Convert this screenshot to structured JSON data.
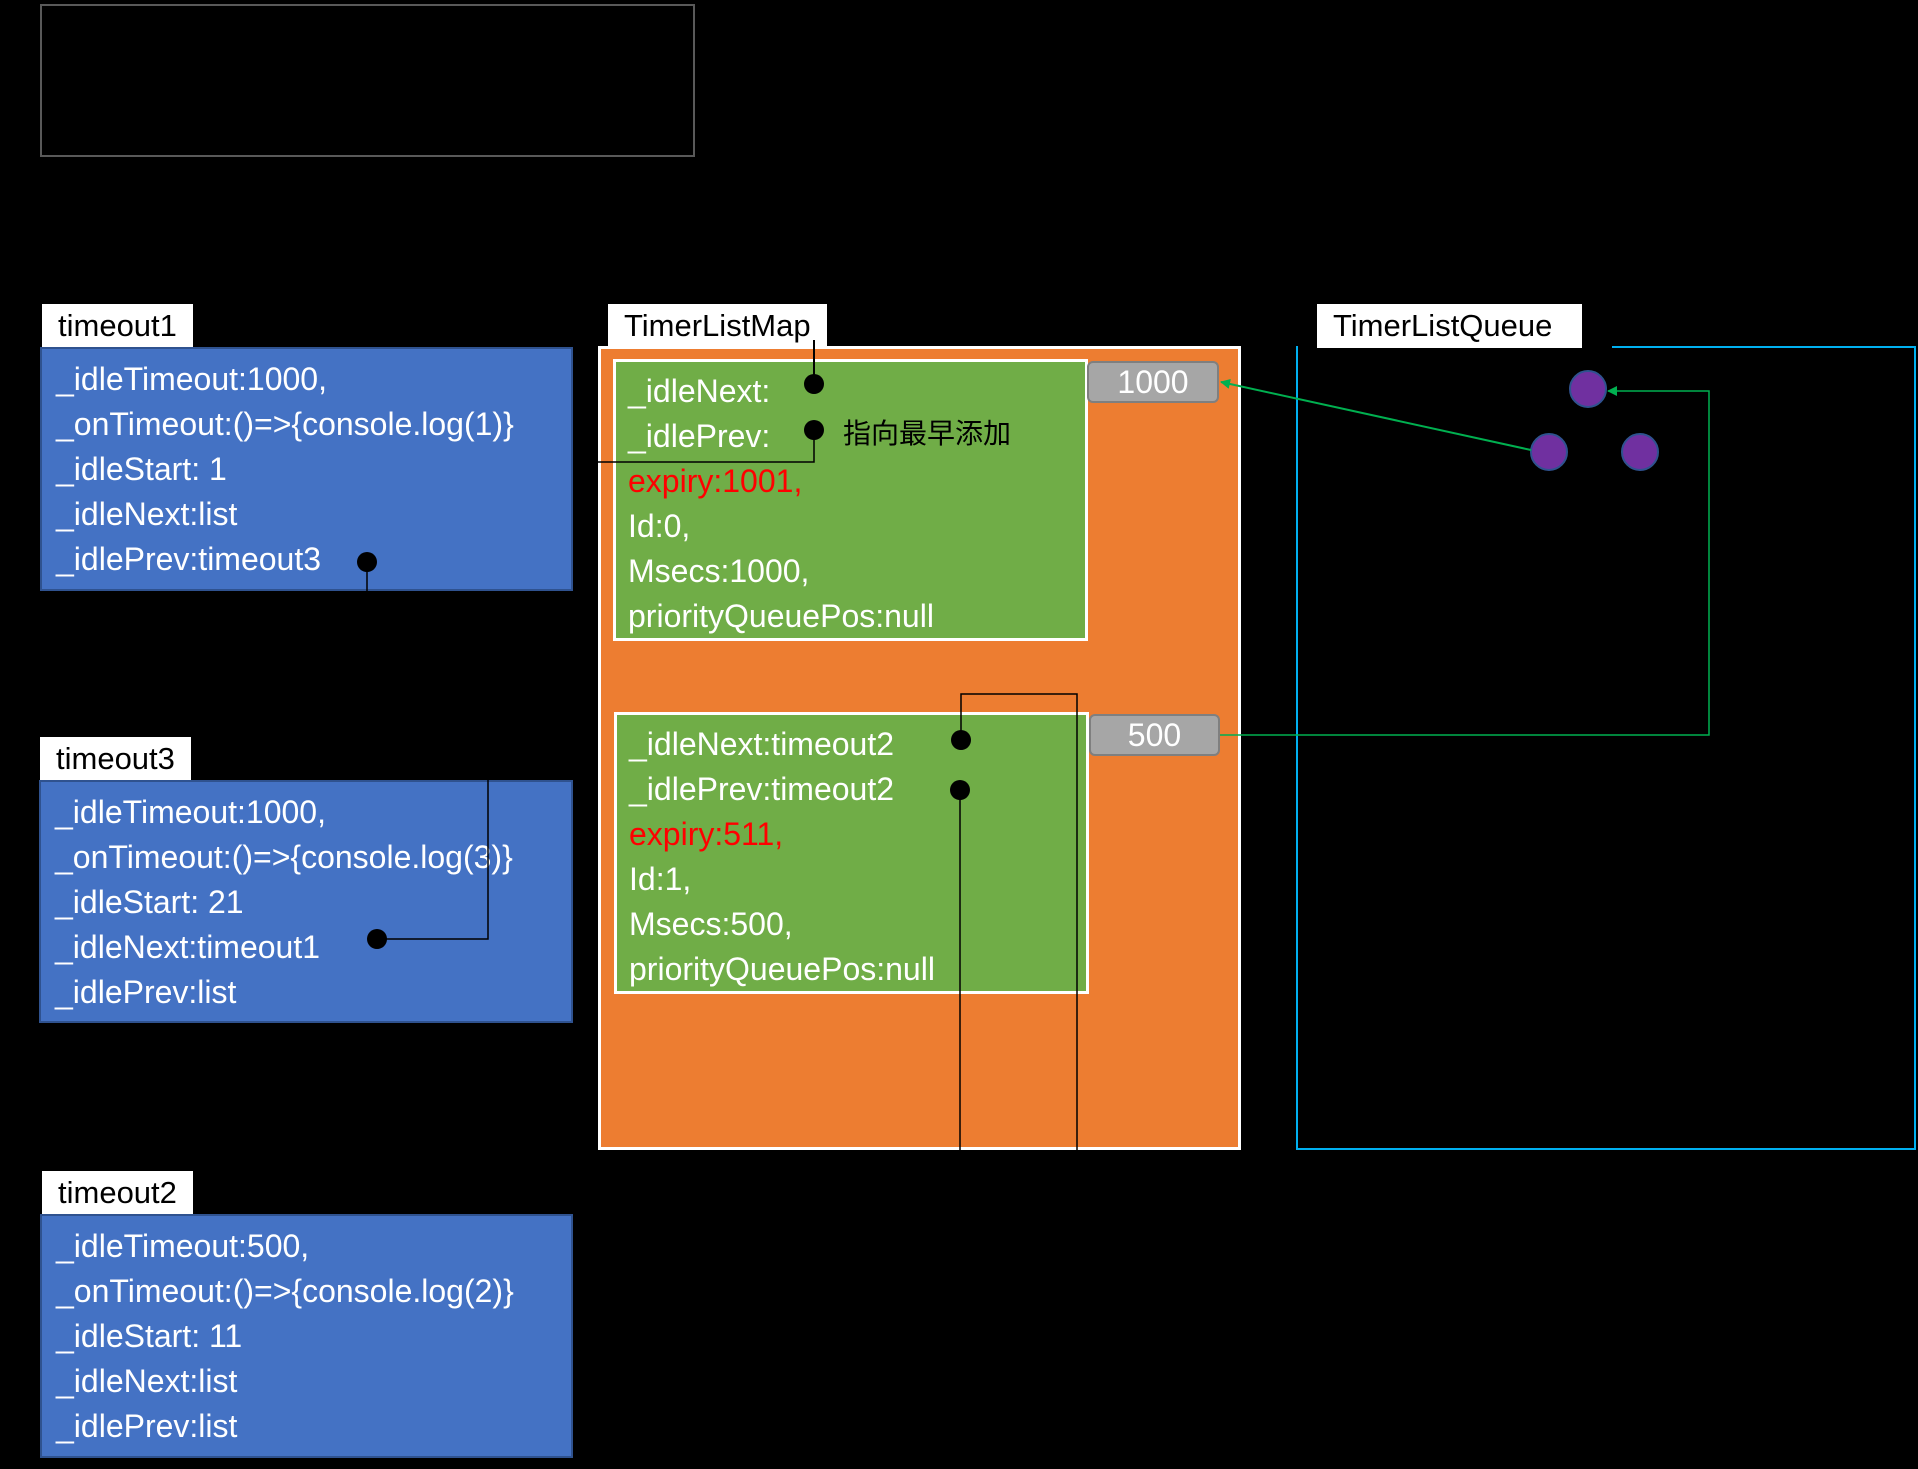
{
  "labels": {
    "timeout1": "timeout1",
    "timeout3": "timeout3",
    "timeout2": "timeout2",
    "timer_list_map": "TimerListMap",
    "timer_list_queue": "TimerListQueue"
  },
  "timeout1": {
    "lines": [
      "_idleTimeout:1000,",
      "_onTimeout:()=>{console.log(1)}",
      "_idleStart: 1",
      "_idleNext:list",
      "_idlePrev:timeout3"
    ]
  },
  "timeout3": {
    "lines": [
      "_idleTimeout:1000,",
      "_onTimeout:()=>{console.log(3)}",
      "_idleStart: 21",
      "_idleNext:timeout1",
      "_idlePrev:list"
    ]
  },
  "timeout2": {
    "lines": [
      "_idleTimeout:500,",
      "_onTimeout:()=>{console.log(2)}",
      "_idleStart: 11",
      "_idleNext:list",
      "_idlePrev:list"
    ]
  },
  "list1000": {
    "key": "1000",
    "idle_next": "_idleNext:",
    "idle_prev": "_idlePrev:",
    "note": "指向最早添加",
    "expiry": "expiry:1001,",
    "id": "Id:0,",
    "msecs": "Msecs:1000,",
    "pq_pos": "priorityQueuePos:null"
  },
  "list500": {
    "key": "500",
    "idle_next": "_idleNext:timeout2",
    "idle_prev": "_idlePrev:timeout2",
    "expiry": "expiry:511,",
    "id": "Id:1,",
    "msecs": "Msecs:500,",
    "pq_pos": "priorityQueuePos:null"
  },
  "colors": {
    "background": "#000000",
    "node_blue": "#4472c4",
    "list_green": "#70ad47",
    "map_orange": "#ed7d31",
    "queue_border": "#00b0f0",
    "queue_node": "#7030a0",
    "arrow_green": "#00b050",
    "expiry_red": "#ff0000"
  }
}
